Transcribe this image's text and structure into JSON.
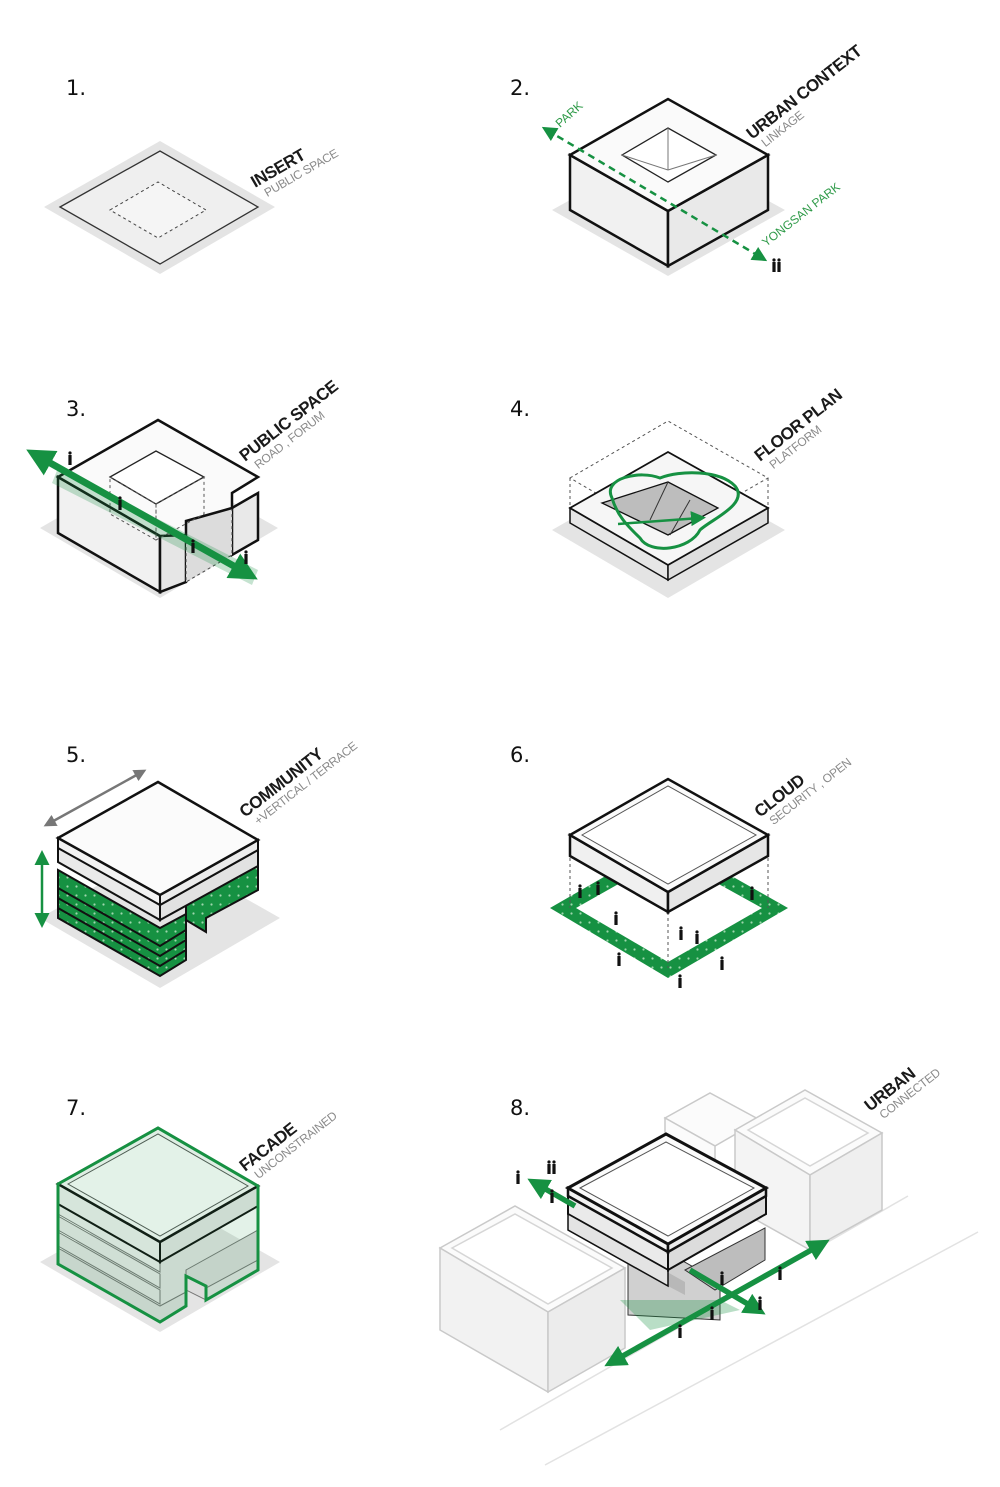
{
  "colors": {
    "green": "#169142",
    "shadow": "#e4e4e4",
    "outline": "#111111",
    "face": "#f4f4f4"
  },
  "panels": [
    {
      "number": "1.",
      "title": "INSERT",
      "subtitle": "PUBLIC SPACE"
    },
    {
      "number": "2.",
      "title": "URBAN CONTEXT",
      "subtitle": "LINKAGE",
      "labels": [
        "PARK",
        "YONGSAN PARK"
      ]
    },
    {
      "number": "3.",
      "title": "PUBLIC SPACE",
      "subtitle": "ROAD , FORUM"
    },
    {
      "number": "4.",
      "title": "FLOOR PLAN",
      "subtitle": "PLATFORM"
    },
    {
      "number": "5.",
      "title": "COMMUNITY",
      "subtitle": "+VERTICAL / TERRACE"
    },
    {
      "number": "6.",
      "title": "CLOUD",
      "subtitle": "SECURITY , OPEN"
    },
    {
      "number": "7.",
      "title": "FACADE",
      "subtitle": "UNCONSTRAINED"
    },
    {
      "number": "8.",
      "title": "URBAN",
      "subtitle": "CONNECTED"
    }
  ]
}
